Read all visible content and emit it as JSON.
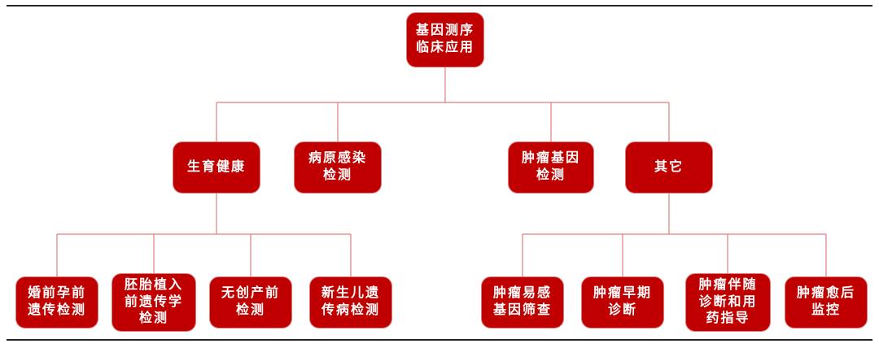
{
  "colors": {
    "node_fill": "#C00000",
    "node_border": "#D97B7B",
    "node_text": "#FFFFFF",
    "connector": "#DD7E7E",
    "frame_rule": "#262626",
    "background": "#FFFFFF"
  },
  "diagram": {
    "root": {
      "label": "基因测序\n临床应用"
    },
    "branches": [
      {
        "label": "生育健康",
        "children": [
          {
            "label": "婚前孕前\n遗传检测"
          },
          {
            "label": "胚胎植入\n前遗传学\n检测"
          },
          {
            "label": "无创产前\n检测"
          },
          {
            "label": "新生儿遗\n传病检测"
          }
        ]
      },
      {
        "label": "病原感染\n检测",
        "children": []
      },
      {
        "label": "肿瘤基因\n检测",
        "children": []
      },
      {
        "label": "其它",
        "children": [
          {
            "label": "肿瘤易感\n基因筛查"
          },
          {
            "label": "肿瘤早期\n诊断"
          },
          {
            "label": "肿瘤伴随\n诊断和用\n药指导"
          },
          {
            "label": "肿瘤愈后\n监控"
          }
        ]
      }
    ]
  }
}
